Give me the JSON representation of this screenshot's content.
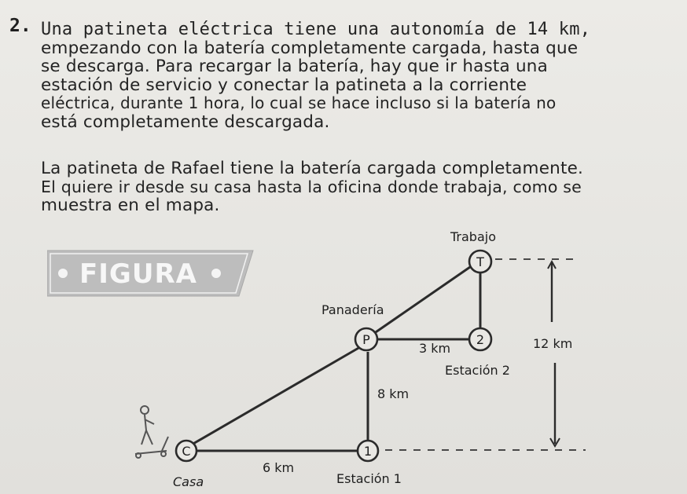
{
  "question": {
    "number": "2.",
    "paragraph1_lines": [
      "Una patineta eléctrica tiene una autonomía de 14 km,",
      "empezando con la batería completamente cargada, hasta que",
      "se descarga.  Para recargar la batería, hay que ir hasta una",
      "estación de servicio y conectar la patineta a la corriente",
      "eléctrica, durante 1 hora, lo cual se hace incluso si la batería no",
      "está completamente descargada."
    ],
    "paragraph2_lines": [
      "La patineta de Rafael tiene la batería cargada completamente.",
      "El quiere ir desde su casa hasta la oficina donde trabaja, como se",
      "muestra en el mapa."
    ]
  },
  "figure": {
    "banner_label": "FIGURA",
    "nodes": {
      "casa": {
        "marker": "C",
        "label": "Casa"
      },
      "estacion1": {
        "marker": "1",
        "label": "Estación 1"
      },
      "panaderia": {
        "marker": "P",
        "label": "Panadería"
      },
      "estacion2": {
        "marker": "2",
        "label": "Estación 2"
      },
      "trabajo": {
        "marker": "T",
        "label": "Trabajo"
      }
    },
    "distances": {
      "casa_estacion1": "6 km",
      "estacion1_panaderia": "8 km",
      "panaderia_estacion2": "3 km",
      "vertical_total": "12 km"
    }
  },
  "colors": {
    "paper": "#e9e8e4",
    "ink": "#232323",
    "banner": "#bdbdbd"
  }
}
